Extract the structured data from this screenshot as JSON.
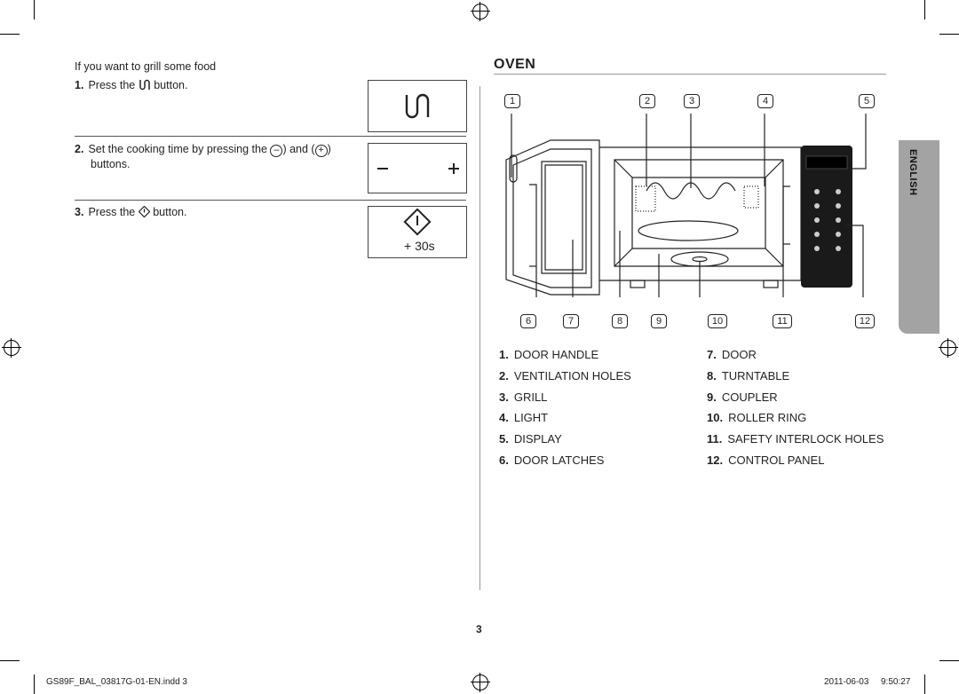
{
  "left": {
    "intro": "If you want to grill some food",
    "steps": [
      {
        "num": "1.",
        "pre": "Press the",
        "post": "button."
      },
      {
        "num": "2.",
        "pre": "Set the cooking time by pressing the",
        "mid": "and",
        "post": "buttons."
      },
      {
        "num": "3.",
        "pre": "Press the",
        "post": "button."
      }
    ],
    "plus_30s": "+ 30s"
  },
  "oven": {
    "title": "OVEN",
    "callouts_top": [
      "1",
      "2",
      "3",
      "4",
      "5"
    ],
    "callouts_bottom": [
      "6",
      "7",
      "8",
      "9",
      "10",
      "11",
      "12"
    ],
    "legend_left": [
      {
        "num": "1.",
        "label": "DOOR HANDLE"
      },
      {
        "num": "2.",
        "label": "VENTILATION HOLES"
      },
      {
        "num": "3.",
        "label": "GRILL"
      },
      {
        "num": "4.",
        "label": "LIGHT"
      },
      {
        "num": "5.",
        "label": "DISPLAY"
      },
      {
        "num": "6.",
        "label": "DOOR LATCHES"
      }
    ],
    "legend_right": [
      {
        "num": "7.",
        "label": "DOOR"
      },
      {
        "num": "8.",
        "label": "TURNTABLE"
      },
      {
        "num": "9.",
        "label": "COUPLER"
      },
      {
        "num": "10.",
        "label": "ROLLER RING"
      },
      {
        "num": "11.",
        "label": "SAFETY INTERLOCK HOLES"
      },
      {
        "num": "12.",
        "label": "CONTROL PANEL"
      }
    ]
  },
  "side_tab": "ENGLISH",
  "page_number": "3",
  "footer": {
    "file": "GS89F_BAL_03817G-01-EN.indd   3",
    "date": "2011-06-03",
    "time": "9:50:27"
  },
  "icons": [
    "grill-icon",
    "minus-icon",
    "plus-icon",
    "start-icon",
    "registration-mark-icon",
    "microwave-oven-illustration"
  ]
}
